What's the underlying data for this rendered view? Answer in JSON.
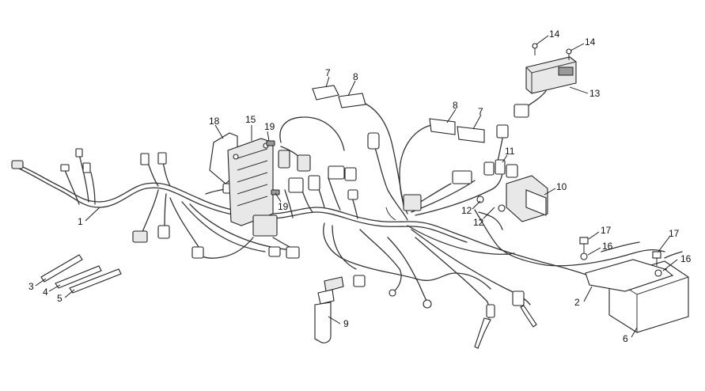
{
  "diagram": {
    "callouts": [
      "1",
      "2",
      "3",
      "4",
      "5",
      "6",
      "7",
      "8",
      "9",
      "10",
      "11",
      "12",
      "13",
      "14",
      "15",
      "16",
      "17",
      "18",
      "19"
    ],
    "labels": [
      {
        "id": "c1",
        "text": "1"
      },
      {
        "id": "c2",
        "text": "2"
      },
      {
        "id": "c3",
        "text": "3"
      },
      {
        "id": "c4",
        "text": "4"
      },
      {
        "id": "c5",
        "text": "5"
      },
      {
        "id": "c6",
        "text": "6"
      },
      {
        "id": "c7a",
        "text": "7"
      },
      {
        "id": "c7b",
        "text": "7"
      },
      {
        "id": "c8a",
        "text": "8"
      },
      {
        "id": "c8b",
        "text": "8"
      },
      {
        "id": "c9",
        "text": "9"
      },
      {
        "id": "c10",
        "text": "10"
      },
      {
        "id": "c11",
        "text": "11"
      },
      {
        "id": "c12a",
        "text": "12"
      },
      {
        "id": "c12b",
        "text": "12"
      },
      {
        "id": "c13",
        "text": "13"
      },
      {
        "id": "c14a",
        "text": "14"
      },
      {
        "id": "c14b",
        "text": "14"
      },
      {
        "id": "c15",
        "text": "15"
      },
      {
        "id": "c16a",
        "text": "16"
      },
      {
        "id": "c16b",
        "text": "16"
      },
      {
        "id": "c17a",
        "text": "17"
      },
      {
        "id": "c17b",
        "text": "17"
      },
      {
        "id": "c18",
        "text": "18"
      },
      {
        "id": "c19a",
        "text": "19"
      },
      {
        "id": "c19b",
        "text": "19"
      }
    ]
  }
}
